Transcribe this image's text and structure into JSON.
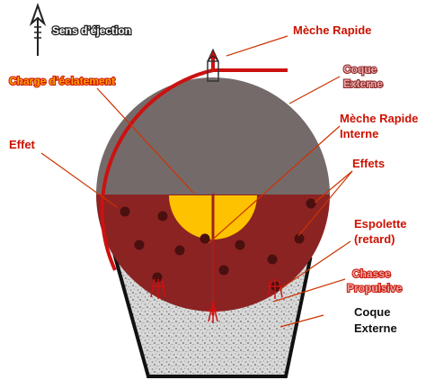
{
  "diagram": {
    "ejection_label": "Sens d’éjection",
    "labels": {
      "meche_rapide": "Mèche Rapide",
      "coque_externe_top_1": "Coque",
      "coque_externe_top_2": "Externe",
      "charge_eclatement": "Charge d’éclatement",
      "meche_rapide_interne_1": "Mèche Rapide",
      "meche_rapide_interne_2": "Interne",
      "effet": "Effet",
      "effets": "Effets",
      "espolette_1": "Espolette",
      "espolette_2": "(retard)",
      "chasse_1": "Chasse",
      "chasse_2": "Propulsive",
      "coque_externe_bottom_1": "Coque",
      "coque_externe_bottom_2": "Externe"
    },
    "colors": {
      "shell_top": "#756a6a",
      "shell_bottom": "#8b2323",
      "charge": "#ffc200",
      "fuse": "#cc1111",
      "star": "#4a0f0f",
      "leader": "#cc3300",
      "red_label": "#cc1100",
      "pink_label": "#e8a8a8",
      "orange_label": "#ffa000",
      "mortar_fill": "#d8d8d8"
    },
    "icons": [
      "ejection-arrow-icon"
    ]
  }
}
